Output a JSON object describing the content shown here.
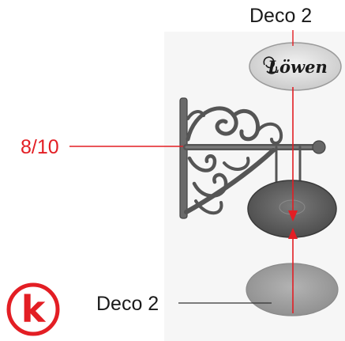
{
  "labels": {
    "top_part": "Deco 2",
    "bracket_part": "8/10",
    "bottom_part": "Deco 2"
  },
  "sign_text": "Löwen",
  "logo": {
    "letter": "k",
    "icon": "k-circle-logo-icon"
  },
  "colors": {
    "accent_red": "#e31e24",
    "leader_dark": "#333333",
    "ironwork": "#555555",
    "plate_light": "#d9d9d9",
    "plate_dark": "#5a5a5a",
    "plate_bottom": "#9a9a9a"
  }
}
